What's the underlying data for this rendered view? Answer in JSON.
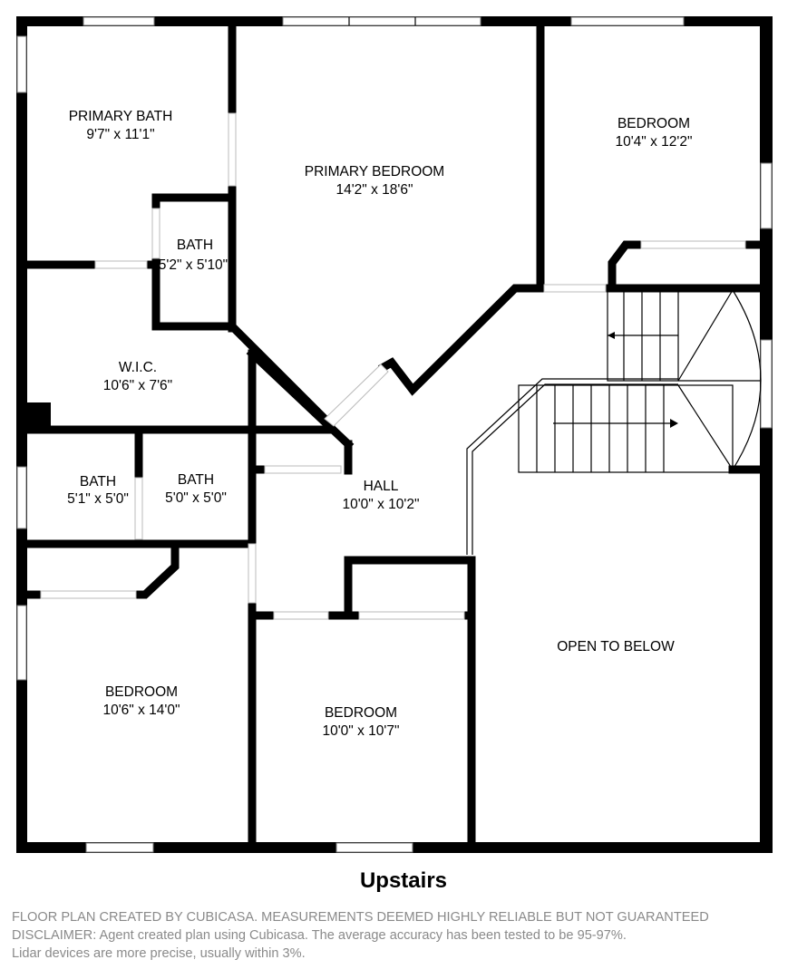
{
  "floor_name": "Upstairs",
  "rooms": {
    "primary_bath": {
      "name": "PRIMARY BATH",
      "dim": "9'7\" x 11'1\""
    },
    "primary_bedroom": {
      "name": "PRIMARY BEDROOM",
      "dim": "14'2\" x 18'6\""
    },
    "bedroom_ne": {
      "name": "BEDROOM",
      "dim": "10'4\" x 12'2\""
    },
    "bath_small": {
      "name": "BATH",
      "dim": "5'2\" x 5'10\""
    },
    "wic": {
      "name": "W.I.C.",
      "dim": "10'6\" x 7'6\""
    },
    "bath_1": {
      "name": "BATH",
      "dim": "5'1\" x 5'0\""
    },
    "bath_2": {
      "name": "BATH",
      "dim": "5'0\" x 5'0\""
    },
    "hall": {
      "name": "HALL",
      "dim": "10'0\" x 10'2\""
    },
    "open_to_below": {
      "name": "OPEN TO BELOW"
    },
    "bedroom_sw": {
      "name": "BEDROOM",
      "dim": "10'6\" x 14'0\""
    },
    "bedroom_s": {
      "name": "BEDROOM",
      "dim": "10'0\" x 10'7\""
    }
  },
  "disclaimer": {
    "line1": "FLOOR PLAN CREATED BY CUBICASA. MEASUREMENTS DEEMED HIGHLY RELIABLE BUT NOT GUARANTEED",
    "line2": "DISCLAIMER: Agent created plan using Cubicasa. The average accuracy has been tested to be 95-97%.",
    "line3": "Lidar devices are more precise, usually within 3%."
  }
}
